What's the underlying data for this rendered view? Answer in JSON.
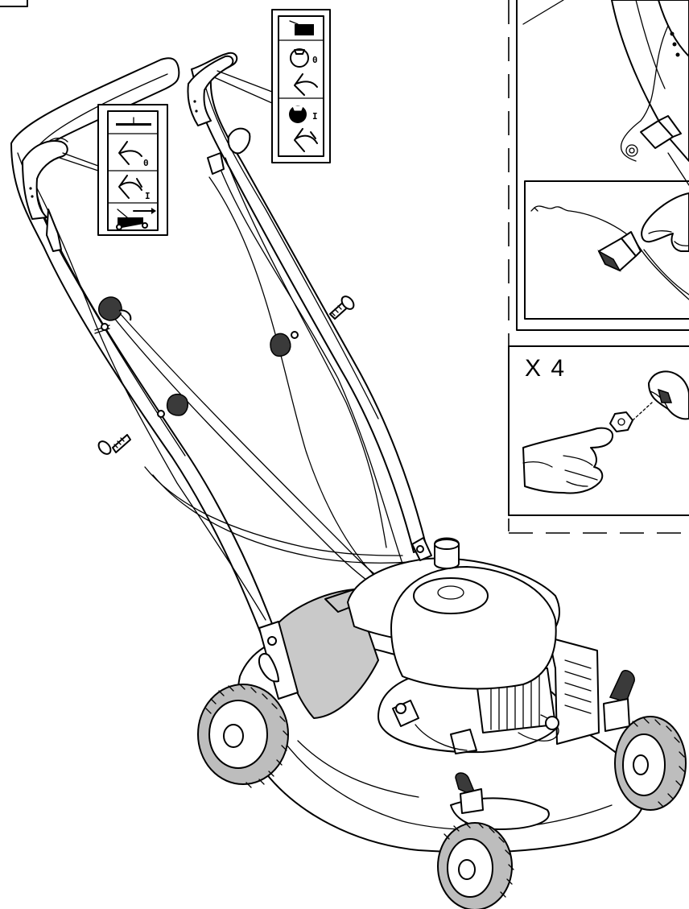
{
  "callout_quantity": "X 4",
  "decal_left": {
    "symbols": [
      "blade-bar-icon",
      "handle-released-icon",
      "handle-engaged-icon",
      "mower-drive-icon"
    ],
    "labels": [
      "0",
      "I"
    ]
  },
  "decal_right": {
    "symbols": [
      "throttle-icon",
      "stop-circle-icon",
      "handle-released-icon",
      "run-circle-icon",
      "handle-engaged-icon"
    ],
    "labels": [
      "0",
      "I"
    ]
  }
}
